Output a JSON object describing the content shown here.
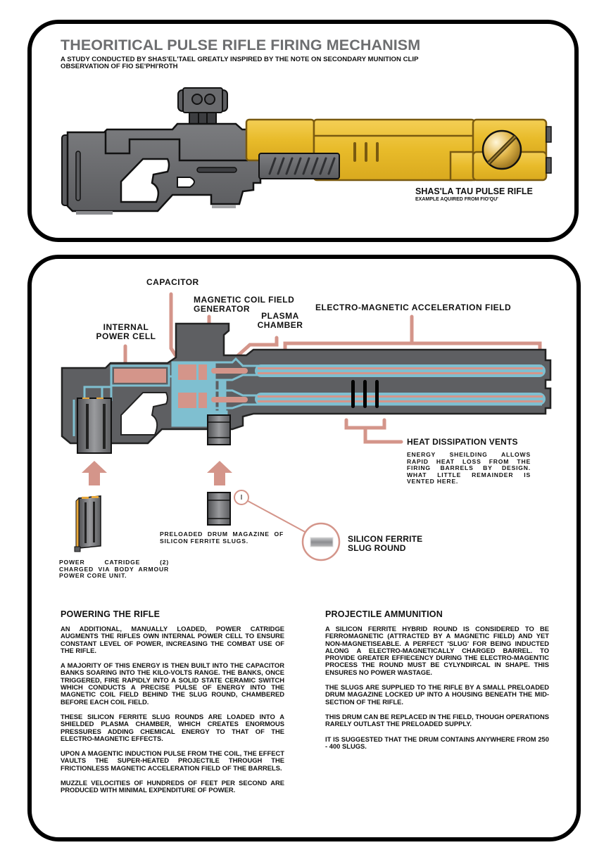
{
  "header": {
    "title": "THEORITICAL PULSE RIFLE FIRING MECHANISM",
    "subtitle": "A STUDY CONDUCTED BY SHAS'EL'TAEL GREATLY INSPIRED BY THE NOTE ON SECONDARY MUNITION CLIP OBSERVATION OF FIO SE'PHI'ROTH"
  },
  "rifle_caption": {
    "name": "SHAS'LA TAU PULSE RIFLE",
    "note": "EXAMPLE AQUIRED FROM FIO'QU'"
  },
  "colors": {
    "rifle_gold": "#e8bd2c",
    "rifle_gold_outline": "#7a5a10",
    "rifle_grey": "#6a6b6d",
    "circuit_blue": "#7fbfd0",
    "component_pink": "#d4958a",
    "leader_pink": "#d4958a",
    "title_grey": "#6d6e70"
  },
  "diagram_labels": {
    "capacitor": "CAPACITOR",
    "coil_generator_line1": "MAGNETIC COIL FIELD",
    "coil_generator_line2": "GENERATOR",
    "plasma_line1": "PLASMA",
    "plasma_line2": "CHAMBER",
    "power_cell_line1": "INTERNAL",
    "power_cell_line2": "POWER CELL",
    "acceleration_field": "ELECTRO-MAGNETIC ACCELERATION FIELD",
    "heat_vents": "HEAT DISSIPATION VENTS",
    "heat_vents_note": "ENERGY SHEILDING  ALLOWS RAPID HEAT LOSS FROM THE FIRING BARRELS BY DESIGN. WHAT LITTLE REMAINDER IS VENTED HERE.",
    "power_cartridge_note": "POWER CATRIDGE (2) CHARGED VIA BODY ARMOUR POWER CORE UNIT.",
    "drum_magazine_note": "PRELOADED DRUM MAGAZINE OF SILICON FERRITE SLUGS.",
    "slug_round_line1": "SILICON FERRITE",
    "slug_round_line2": "SLUG ROUND"
  },
  "sections": [
    {
      "title": "POWERING THE RIFLE",
      "paragraphs": [
        "AN ADDITIONAL, MANUALLY LOADED, POWER CATRIDGE AUGMENTS THE RIFLES OWN INTERNAL POWER CELL TO ENSURE CONSTANT LEVEL OF POWER, INCREASING THE COMBAT USE OF THE RIFLE.",
        "A MAJORITY OF THIS ENERGY IS THEN BUILT INTO THE CAPACITOR BANKS SOARING INTO THE KILO-VOLTS RANGE. THE BANKS, ONCE TRIGGERED, FIRE RAPIDLY INTO  A SOLID STATE CERAMIC  SWITCH WHICH CONDUCTS A PRECISE PULSE OF ENERGY INTO THE MAGNETIC COIL FIELD BEHIND THE SLUG ROUND, CHAMBERED BEFORE EACH COIL FIELD.",
        "THESE SILICON FERRITE SLUG ROUNDS ARE LOADED INTO A SHIELDED PLASMA CHAMBER, WHICH CREATES ENORMOUS PRESSURES ADDING CHEMICAL ENERGY TO THAT OF THE ELECTRO-MAGNETIC EFFECTS.",
        "UPON A MAGENTIC INDUCTION PULSE FROM THE COIL, THE EFFECT VAULTS THE SUPER-HEATED PROJECTILE THROUGH THE FRICTIONLESS MAGNETIC ACCELERATION FIELD OF THE BARRELS.",
        "MUZZLE VELOCITIES OF HUNDREDS OF FEET PER SECOND ARE PRODUCED WITH MINIMAL EXPENDITURE OF POWER."
      ]
    },
    {
      "title": "PROJECTILE AMMUNITION",
      "paragraphs": [
        "A SILICON FERRITE HYBRID ROUND IS CONSIDERED TO BE FERROMAGNETIC (ATTRACTED BY A MAGNETIC FIELD) AND YET NON-MAGNETISEABLE. A PERFECT 'SLUG' FOR BEING INDUCTED ALONG A ELECTRO-MAGNETICALLY CHARGED BARREL. TO PROVIDE GREATER EFFIECENCY DURING THE ELECTRO-MAGENTIC PROCESS THE ROUND MUST BE CYLYNDIRCAL IN SHAPE. THIS ENSURES NO POWER WASTAGE.",
        "THE SLUGS ARE SUPPLIED TO THE RIFLE BY A SMALL PRELOADED DRUM MAGAZINE LOCKED UP INTO A HOUSING BENEATH THE MID-SECTION OF THE RIFLE.",
        "THIS DRUM CAN BE REPLACED IN THE FIELD, THOUGH OPERATIONS RARELY OUTLAST THE PRELOADED SUPPLY.",
        "IT IS SUGGESTED THAT THE DRUM CONTAINS ANYWHERE FROM 250 - 400 SLUGS."
      ]
    }
  ]
}
